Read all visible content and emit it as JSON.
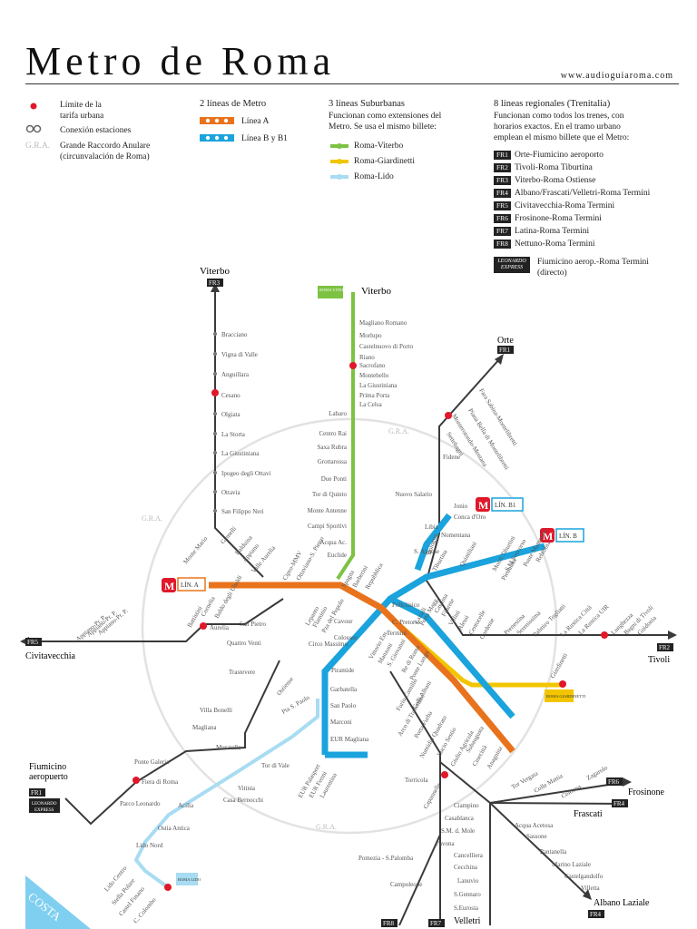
{
  "header": {
    "title": "Metro de Roma",
    "url": "www.audioguiaroma.com"
  },
  "legend": {
    "limit_label_1": "Límite de la",
    "limit_label_2": "tarifa urbana",
    "connection_label": "Conexión estaciones",
    "gra_abbr": "G.R.A.",
    "gra_label_1": "Grande Raccordo Anulare",
    "gra_label_2": "(circunvalación de Roma)",
    "metro_title": "2 líneas de Metro",
    "line_a": "Línea A",
    "line_b": "Línea B y B1",
    "suburban_title": "3 líneas Suburbanas",
    "suburban_desc_1": "Funcionan como extensiones del",
    "suburban_desc_2": "Metro. Se usa el mismo billete:",
    "suburban_lines": [
      "Roma-Viterbo",
      "Roma-Giardinetti",
      "Roma-Lido"
    ],
    "regional_title": "8 líneas regionales (Trenitalia)",
    "regional_desc_1": "Funcionan como todos los trenes, con",
    "regional_desc_2": "horarios exactos. En el tramo urbano",
    "regional_desc_3": "emplean el mismo billete que el Metro:",
    "regional_lines": [
      {
        "badge": "FR1",
        "name": "Orte-Fiumicino aeroporto"
      },
      {
        "badge": "FR2",
        "name": "Tivoli-Roma Tiburtina"
      },
      {
        "badge": "FR3",
        "name": "Viterbo-Roma Ostiense"
      },
      {
        "badge": "FR4",
        "name": "Albano/Frascati/Velletri-Roma Termini"
      },
      {
        "badge": "FR5",
        "name": "Civitavecchia-Roma Termini"
      },
      {
        "badge": "FR6",
        "name": "Frosinone-Roma Termini"
      },
      {
        "badge": "FR7",
        "name": "Latina-Roma Termini"
      },
      {
        "badge": "FR8",
        "name": "Nettuno-Roma Termini"
      }
    ],
    "leonardo_badge_1": "LEONARDO",
    "leonardo_badge_2": "EXPRESS",
    "leonardo_name_1": "Fiumicino aerop.-Roma Termini",
    "leonardo_name_2": "(directo)"
  },
  "map": {
    "colors": {
      "line_a": "#e8731c",
      "line_b": "#1aa3dc",
      "viterbo": "#7dc242",
      "giardinetti": "#f2c500",
      "lido": "#a8dcf2",
      "regional": "#3a3a3a",
      "limit": "#e0182a",
      "gra": "#dddddd"
    },
    "termini_labels": {
      "viterbo": "Viterbo",
      "orte": "Orte",
      "civitavecchia": "Civitavecchia",
      "tivoli": "Tivoli",
      "fiumicino_1": "Fiumicino",
      "fiumicino_2": "aeropuerto",
      "frosinone": "Frosinone",
      "frascati": "Frascati",
      "albano": "Albano Laziale",
      "velletri": "Velletri",
      "viterbo2": "Viterbo"
    },
    "badges": {
      "lin_a": "LÍN. A",
      "lin_b": "LÍN. B",
      "lin_b1": "LÍN. B1",
      "m": "M",
      "roma_viterbo": "ROMA VITERBO",
      "roma_giardinetti": "ROMA GIARDINETTI",
      "roma_lido": "ROMA LIDO",
      "fr3": "FR3",
      "fr1": "FR1",
      "fr5": "FR5",
      "fr2": "FR2",
      "fr6": "FR6",
      "fr4": "FR4",
      "fr8": "FR8",
      "fr7": "FR7",
      "leonardo_1": "LEONARDO",
      "leonardo_2": "EXPRESS"
    },
    "gra_labels": [
      "G.R.A.",
      "G.R.A.",
      "G.R.A."
    ],
    "coast_label": "COSTA",
    "stations_fr3": [
      "Bracciano",
      "Vigna di Valle",
      "Anguillara",
      "Cesano",
      "Olgiata",
      "La Storta",
      "La Giustiniana",
      "Ipogeo degli Ottavi",
      "Ottavia",
      "San Filippo Neri"
    ],
    "stations_viterbo": [
      "Magliano Romano",
      "Morlupo",
      "Castelnuovo di Porto",
      "Riano",
      "Sacrofano",
      "Montebello",
      "La Giustiniana",
      "Prima Porta",
      "La Celsa",
      "Labaro",
      "Centro Rai",
      "Saxa Rubra",
      "Grottarossa",
      "Due Ponti",
      "Tor di Quinto",
      "Monte Antenne",
      "Campi Sportivi",
      "Acqua Ac.",
      "Euclide"
    ],
    "stations_fr1_north": [
      "Fara Sabina-Montelibretti",
      "Piana Bella di Montelibretti",
      "Monterotondo-Mentana",
      "Settebagni",
      "Fidene",
      "Nuovo Salario"
    ],
    "stations_b1": [
      "Jonio",
      "Conca d'Oro",
      "Libia",
      "Nomentana",
      "S. Agnese",
      "Bologna"
    ],
    "stations_a_west": [
      "Monte Mario",
      "Gemelli",
      "Balduina",
      "Appiano",
      "Valle Aurelia",
      "Battistini",
      "Cornelia",
      "Baldo degli Ubaldi",
      "Cipro-MMV",
      "Ottaviano-S. Pietro",
      "Lepanto",
      "Flaminio",
      "Pza del Popolo",
      "Spagna",
      "Barberini",
      "Repubblica"
    ],
    "stations_a_east": [
      "Termini",
      "Vittorio Em.",
      "Manzoni",
      "S. Giovanni",
      "Re di Roma",
      "Ponte Lungo",
      "Furio Camillo",
      "Colli Albani",
      "Arco di Travertino",
      "Porta Furba",
      "Numidio Quadrato",
      "Lucio Sestio",
      "Giulio Agricola",
      "Subaugusta",
      "Cinecittà",
      "Anagnina"
    ],
    "stations_b": [
      "Policlinico",
      "C. Pretorio",
      "Cavour",
      "Colosseo",
      "Circo Massimo",
      "Piramide",
      "Garbatella",
      "San Paolo",
      "Marconi",
      "EUR Magliana",
      "EUR Palasport",
      "EUR Fermi",
      "Laurentina",
      "Tiburtina",
      "Quintiliani",
      "Monti Tiburtini",
      "Pietralata",
      "S.M.Soccorso",
      "Ponte Mammolo",
      "Rebibbia"
    ],
    "stations_fr2": [
      "Prenestina",
      "Serenissima",
      "Palmiro Togliatti",
      "La Rustica Città",
      "La Rustica UIR",
      "Lunghezza",
      "Bagni di Tivoli",
      "Guidonia"
    ],
    "stations_giardinetti": [
      "Laziali",
      "Porta Magg.",
      "Casilina",
      "Filarete",
      "Villini",
      "Alessi",
      "Centocelle",
      "Gardenie",
      "Giardinetti"
    ],
    "stations_fr5": [
      "Appiano-Pr. P.",
      "Appiano-Pr. P.",
      "Appiano-Pr. P.",
      "Aurelia",
      "San Pietro",
      "Quattro Venti",
      "Trastevere",
      "Villa Bonelli",
      "Magliana",
      "Muratella",
      "Ponte Galeria",
      "Fiera di Roma",
      "Parco Leonardo",
      "Ostiense",
      "Pta S. Paolo"
    ],
    "stations_lido": [
      "Tor di Vale",
      "Vitinia",
      "Casa Bernocchi",
      "Acilia",
      "Ostia Antica",
      "Lido Nord",
      "Lido Centro",
      "Stella Polare",
      "Castel Fusano",
      "C. Colombo"
    ],
    "stations_south": [
      "Torricola",
      "Capannelle",
      "Ciampino",
      "Casablanca",
      "S.M. d. Mole",
      "Pavona",
      "Cancelliera",
      "Cecchina",
      "Lanuvio",
      "S.Gennaro",
      "S.Eurosia",
      "Pomezia - S.Palomba",
      "Campoleone",
      "Tor Vergata",
      "Colle Mattia",
      "Colonna",
      "Zagarolo",
      "Acqua Acetosa",
      "Sassone",
      "Pantanella",
      "Marino Laziale",
      "Castelgandolfo",
      "Villetta"
    ]
  }
}
